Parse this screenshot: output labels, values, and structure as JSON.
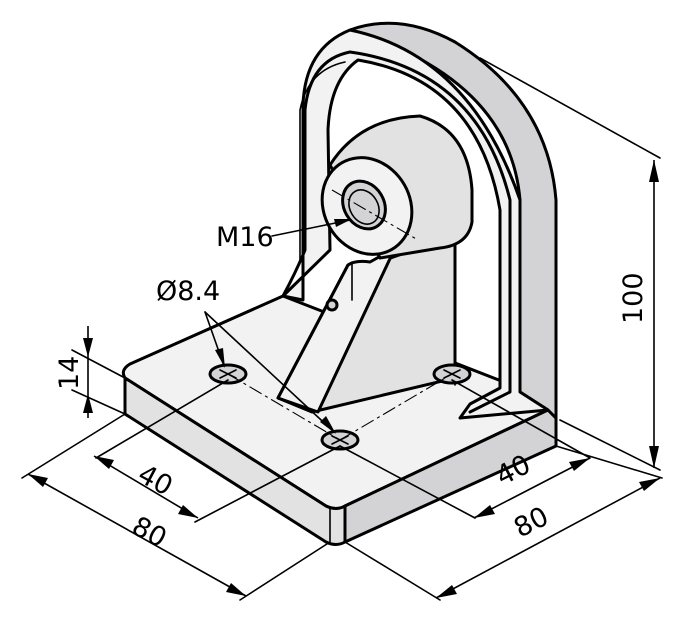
{
  "callouts": {
    "thread": "M16",
    "hole": "Ø8.4"
  },
  "dimensions": {
    "height": "100",
    "plate_thickness": "14",
    "left_inner": "40",
    "left_outer": "80",
    "right_inner": "40",
    "right_outer": "80"
  }
}
